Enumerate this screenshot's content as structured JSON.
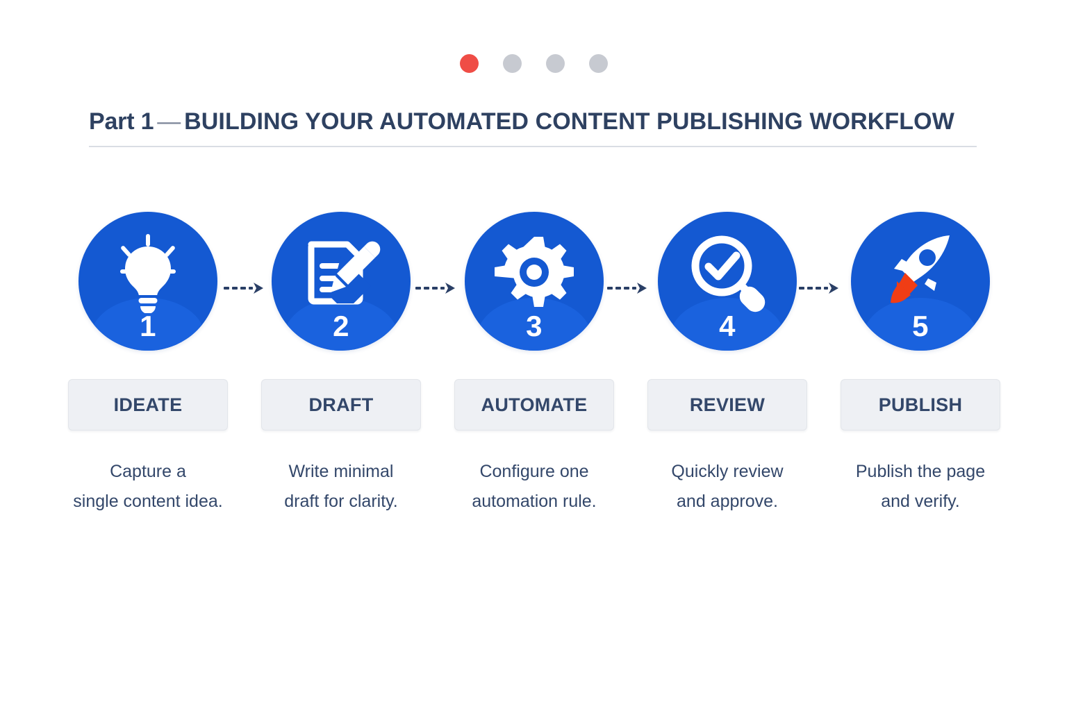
{
  "carousel": {
    "dots": [
      {
        "name": "dot-1",
        "state": "active",
        "color": "#ef4d46"
      },
      {
        "name": "dot-2",
        "state": "inactive",
        "color": "#c7cad1"
      },
      {
        "name": "dot-3",
        "state": "inactive",
        "color": "#c7cad1"
      },
      {
        "name": "dot-4",
        "state": "inactive",
        "color": "#c7cad1"
      }
    ]
  },
  "header": {
    "part_label": "Part 1",
    "dash": "—",
    "title_rest": "BUILDING YOUR AUTOMATED CONTENT PUBLISHING WORKFLOW"
  },
  "theme": {
    "circle_blue": "#1459d2",
    "badge_blue": "#1a62de",
    "accent_red": "#ef4d46",
    "flame_orange": "#f03d15",
    "text_navy": "#33476a",
    "chip_bg": "#eef0f4",
    "rule": "#d9dde4"
  },
  "steps": [
    {
      "number": "1",
      "icon": "lightbulb-icon",
      "label": "IDEATE",
      "caption_line1": "Capture a",
      "caption_line2": "single content idea."
    },
    {
      "number": "2",
      "icon": "document-pencil-icon",
      "label": "DRAFT",
      "caption_line1": "Write minimal",
      "caption_line2": "draft for clarity."
    },
    {
      "number": "3",
      "icon": "gear-icon",
      "label": "AUTOMATE",
      "caption_line1": "Configure one",
      "caption_line2": "automation rule."
    },
    {
      "number": "4",
      "icon": "magnifier-check-icon",
      "label": "REVIEW",
      "caption_line1": "Quickly review",
      "caption_line2": "and approve."
    },
    {
      "number": "5",
      "icon": "rocket-icon",
      "label": "PUBLISH",
      "caption_line1": "Publish the page",
      "caption_line2": "and verify."
    }
  ],
  "connectors": [
    {
      "name": "connector-arrow-1",
      "style": "dashed-arrow"
    },
    {
      "name": "connector-arrow-2",
      "style": "dashed-arrow"
    },
    {
      "name": "connector-arrow-3",
      "style": "dashed-arrow"
    },
    {
      "name": "connector-arrow-4",
      "style": "dashed-arrow"
    }
  ]
}
